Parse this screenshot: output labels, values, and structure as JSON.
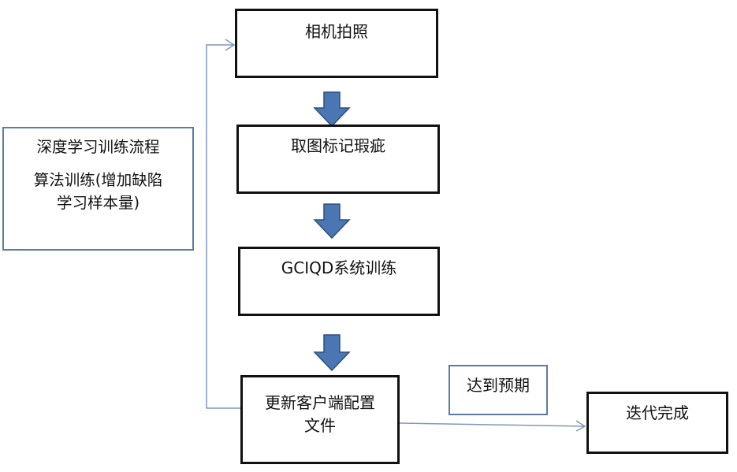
{
  "colors": {
    "box_border": "#111111",
    "note_border": "#5b7ba6",
    "connector": "#7f98bd",
    "block_arrow_fill": "#4a76b3",
    "block_arrow_stroke": "#2e4f80",
    "text": "#111111"
  },
  "steps": [
    {
      "label": "相机拍照"
    },
    {
      "label": "取图标记瑕疵"
    },
    {
      "label": "GCIQD系统训练"
    },
    {
      "line1": "更新客户端配置",
      "line2": "文件"
    }
  ],
  "side_note": {
    "line1": "深度学习训练流程",
    "line2": "算法训练(增加缺陷",
    "line3": "学习样本量)"
  },
  "condition_label": "达到预期",
  "end_box": {
    "label": "迭代完成"
  }
}
